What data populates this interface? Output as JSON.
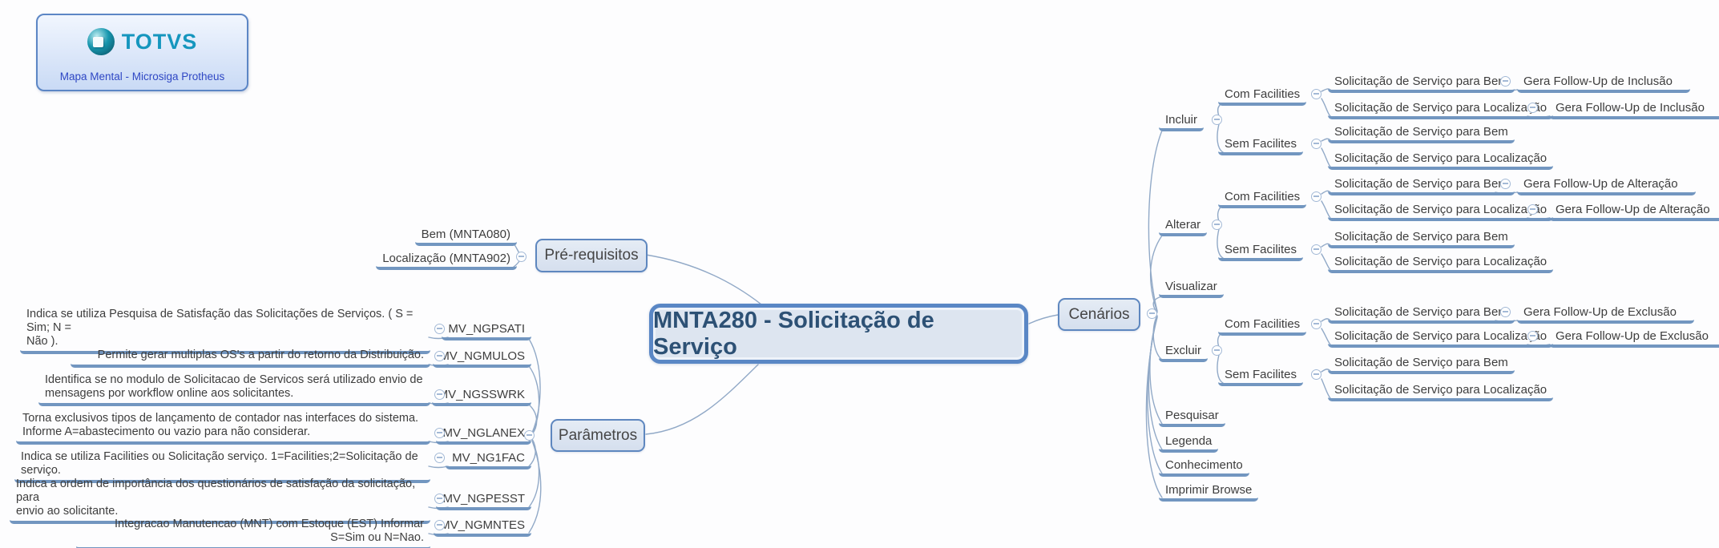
{
  "logo": {
    "brand": "TOTVS",
    "caption": "Mapa Mental - Microsiga Protheus"
  },
  "root": {
    "title": "MNTA280 - Solicitação de Serviço"
  },
  "prerequisitos": {
    "label": "Pré-requisitos",
    "items": [
      {
        "label": "Bem (MNTA080)"
      },
      {
        "label": "Localização (MNTA902)"
      }
    ]
  },
  "parametros": {
    "label": "Parâmetros",
    "items": [
      {
        "code": "MV_NGPSATI",
        "desc": "Indica se utiliza Pesquisa de Satisfação das Solicitações de Serviços. ( S = Sim; N =\nNão )."
      },
      {
        "code": "MV_NGMULOS",
        "desc": "Permite gerar multiplas OS's a partir do retorno da Distribuição."
      },
      {
        "code": "MV_NGSSWRK",
        "desc": "Identifica se no modulo de Solicitacao de Servicos será utilizado envio de\nmensagens por workflow online aos solicitantes."
      },
      {
        "code": "MV_NGLANEX",
        "desc": "Torna exclusivos tipos de lançamento de contador  nas interfaces do sistema.\nInforme A=abastecimento ou vazio para não considerar."
      },
      {
        "code": "MV_NG1FAC",
        "desc": "Indica se utiliza Facilities ou Solicitação  serviço. 1=Facilities;2=Solicitação de serviço."
      },
      {
        "code": "MV_NGPESST",
        "desc": "Indica a ordem de importância dos questionários de satisfação da solicitação, para\nenvio ao solicitante."
      },
      {
        "code": "MV_NGMNTES",
        "desc": "Integracao Manutencao (MNT) com Estoque (EST) Informar S=Sim ou N=Nao."
      }
    ]
  },
  "cenarios": {
    "label": "Cenários",
    "children": [
      {
        "label": "Incluir",
        "children": [
          {
            "label": "Com Facilities",
            "children": [
              {
                "label": "Solicitação de Serviço para Bem",
                "follow_up": "Gera Follow-Up de Inclusão"
              },
              {
                "label": "Solicitação de Serviço para Localização",
                "follow_up": "Gera Follow-Up de Inclusão"
              }
            ]
          },
          {
            "label": "Sem Facilites",
            "children": [
              {
                "label": "Solicitação de Serviço para Bem"
              },
              {
                "label": "Solicitação de Serviço para Localização"
              }
            ]
          }
        ]
      },
      {
        "label": "Alterar",
        "children": [
          {
            "label": "Com Facilities",
            "children": [
              {
                "label": "Solicitação de Serviço para Bem",
                "follow_up": "Gera Follow-Up de Alteração"
              },
              {
                "label": "Solicitação de Serviço para Localização",
                "follow_up": "Gera Follow-Up de Alteração"
              }
            ]
          },
          {
            "label": "Sem Facilites",
            "children": [
              {
                "label": "Solicitação de Serviço para Bem"
              },
              {
                "label": "Solicitação de Serviço para Localização"
              }
            ]
          }
        ]
      },
      {
        "label": "Visualizar"
      },
      {
        "label": "Excluir",
        "children": [
          {
            "label": "Com Facilities",
            "children": [
              {
                "label": "Solicitação de Serviço para Bem",
                "follow_up": "Gera Follow-Up de Exclusão"
              },
              {
                "label": "Solicitação de Serviço para Localização",
                "follow_up": "Gera Follow-Up de Exclusão"
              }
            ]
          },
          {
            "label": "Sem Facilites",
            "children": [
              {
                "label": "Solicitação de Serviço para Bem"
              },
              {
                "label": "Solicitação de Serviço para Localização"
              }
            ]
          }
        ]
      },
      {
        "label": "Pesquisar"
      },
      {
        "label": "Legenda"
      },
      {
        "label": "Conhecimento"
      },
      {
        "label": "Imprimir Browse"
      }
    ]
  },
  "colors": {
    "branch_line": "#7296c0",
    "connector": "#91a9c7",
    "node_fill": "#dde5f0",
    "node_border": "#5a87c5",
    "title_text": "#2d5175",
    "brand_teal": "#1596be",
    "caption_blue": "#2f47c4"
  }
}
